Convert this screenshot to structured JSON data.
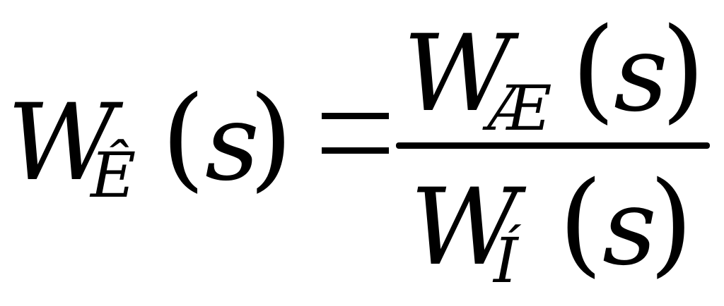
{
  "equation": {
    "lhs": {
      "symbol": "W",
      "subscript": "Ê",
      "open_paren": "(",
      "argument": "s",
      "close_paren": ")"
    },
    "equals": "=",
    "numerator": {
      "symbol": "W",
      "subscript": "Æ",
      "open_paren": "(",
      "argument": "s",
      "close_paren": ")"
    },
    "denominator": {
      "symbol": "W",
      "subscript": "Í",
      "open_paren": "(",
      "argument": "s",
      "close_paren": ")"
    }
  }
}
